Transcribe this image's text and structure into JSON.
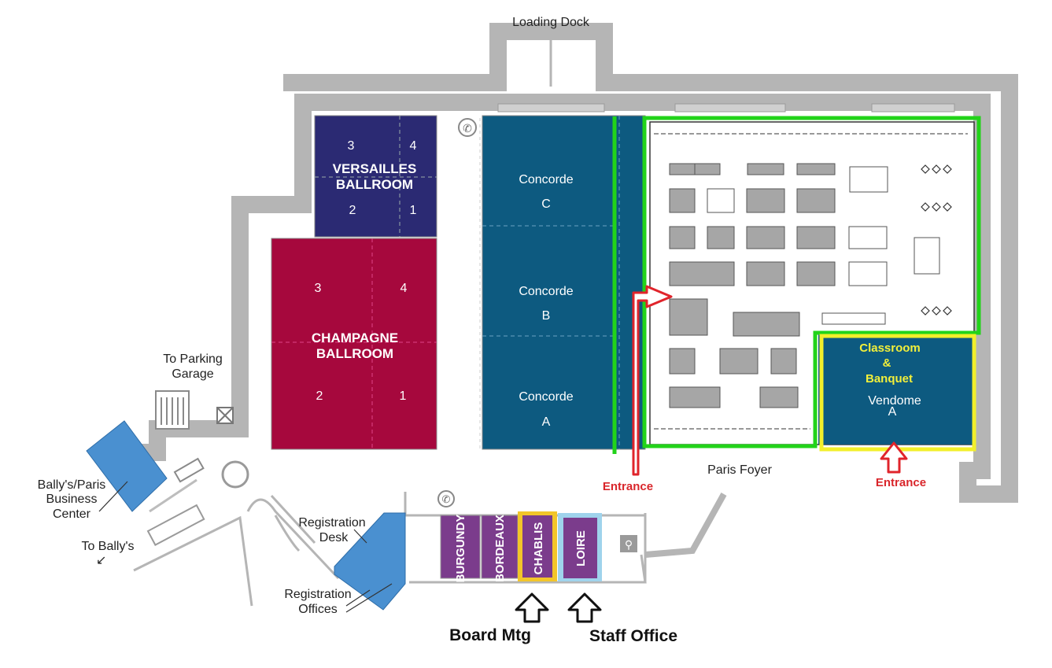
{
  "labels": {
    "loading_dock": "Loading Dock",
    "to_parking_1": "To Parking",
    "to_parking_2": "Garage",
    "bally_center_1": "Bally's/Paris",
    "bally_center_2": "Business",
    "bally_center_3": "Center",
    "to_ballys": "To Bally's",
    "registration_desk_1": "Registration",
    "registration_desk_2": "Desk",
    "registration_offices_1": "Registration",
    "registration_offices_2": "Offices",
    "paris_foyer": "Paris Foyer"
  },
  "versailles": {
    "name_line1": "VERSAILLES",
    "name_line2": "BALLROOM",
    "sec3": "3",
    "sec4": "4",
    "sec2": "2",
    "sec1": "1",
    "color": "#2b2a73"
  },
  "champagne": {
    "name_line1": "CHAMPAGNE",
    "name_line2": "BALLROOM",
    "sec3": "3",
    "sec4": "4",
    "sec2": "2",
    "sec1": "1",
    "color": "#a6083d"
  },
  "concorde": {
    "name": "Concorde",
    "c": "C",
    "b": "B",
    "a": "A",
    "color": "#0d5a80"
  },
  "vendome": {
    "line1": "Classroom",
    "line2": "&",
    "line3": "Banquet",
    "name": "Vendome",
    "letter": "A",
    "color": "#0d5a80"
  },
  "small_rooms": {
    "burgundy": "BURGUNDY",
    "bordeaux": "BORDEAUX",
    "chablis": "CHABLIS",
    "loire": "LOIRE",
    "color": "#7b3c8c"
  },
  "annotations": {
    "entrance_left": "Entrance",
    "entrance_right": "Entrance",
    "board_mtg": "Board Mtg",
    "staff_office": "Staff Office",
    "highlight_green": "#22d31a",
    "highlight_yellow": "#f2ef2a",
    "highlight_lightblue": "#9fd3ec",
    "arrow_red": "#e0242b"
  }
}
